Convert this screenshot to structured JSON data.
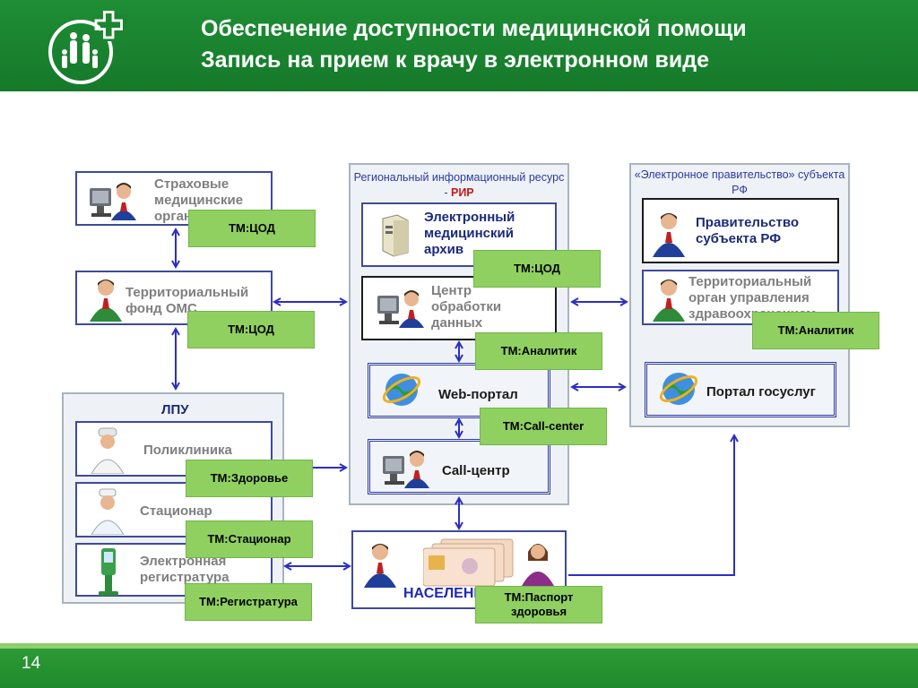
{
  "header": {
    "title_line1": "Обеспечение доступности медицинской помощи",
    "title_line2": "Запись на прием к врачу в электронном виде"
  },
  "footer": {
    "page_number": "14"
  },
  "colors": {
    "header_green": "#1b8530",
    "tag_green": "#90d060",
    "box_border": "#3f4a9a",
    "arrow": "#2c2fc2"
  },
  "left": {
    "insurance": "Страховые медицинские организации",
    "oms": "Территориальный фонд ОМС",
    "lpu": {
      "title": "ЛПУ",
      "polyclinic": "Поликлиника",
      "hospital": "Стационар",
      "registry": "Электронная регистратура"
    }
  },
  "center": {
    "title": "Региональный информационный ресурс -",
    "title_abbr": "РИР",
    "archive": "Электронный медицинский архив",
    "data_center": "Центр обработки данных",
    "web_portal": "Web-портал",
    "call_center": "Call-центр",
    "population": "НАСЕЛЕНИЕ"
  },
  "right": {
    "title": "«Электронное правительство» субъекта РФ",
    "government": "Правительство субъекта РФ",
    "health_authority": "Территориальный орган управления здравоохранением",
    "gov_portal": "Портал госуслуг"
  },
  "tags": {
    "t1": "ТМ:ЦОД",
    "t2": "ТМ:ЦОД",
    "t3": "ТМ:ЦОД",
    "t4": "ТМ:Аналитик",
    "t5": "ТМ:Аналитик",
    "t6": "ТМ:Call-center",
    "t7": "ТМ:Здоровье",
    "t8": "ТМ:Стационар",
    "t9": "ТМ:Регистратура",
    "t10": "ТМ:Паспорт здоровья"
  },
  "icons": {
    "logo": "family-cross-logo-icon",
    "person_pc": "person-at-computer-icon",
    "manager": "businessman-icon",
    "server": "server-icon",
    "globe": "globe-browser-icon",
    "doctor": "doctor-icon",
    "nurse": "nurse-icon",
    "kiosk": "kiosk-icon",
    "cards": "id-cards-icon",
    "woman": "woman-icon"
  }
}
